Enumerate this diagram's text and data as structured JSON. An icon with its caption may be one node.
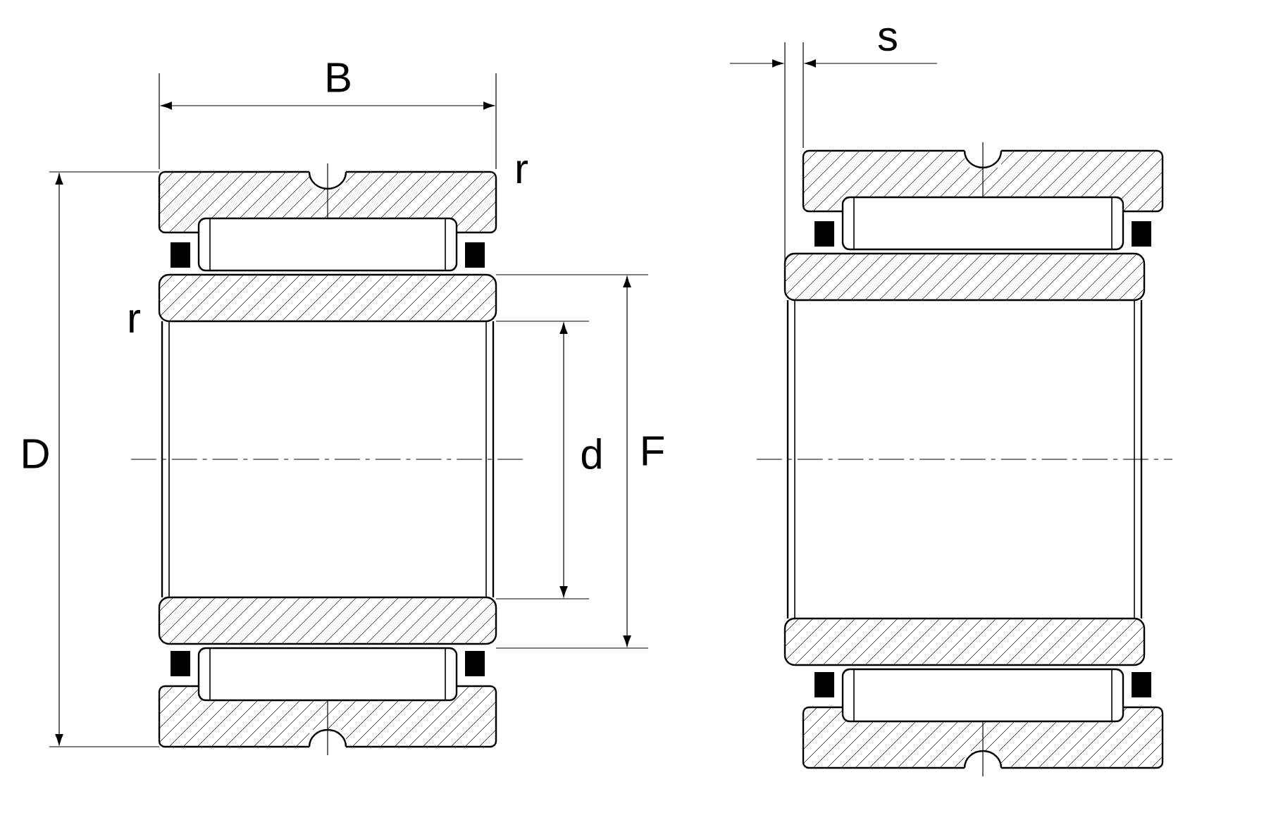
{
  "diagram": {
    "labels": [
      "s",
      "B",
      "r",
      "r",
      "D",
      "d",
      "F"
    ]
  }
}
